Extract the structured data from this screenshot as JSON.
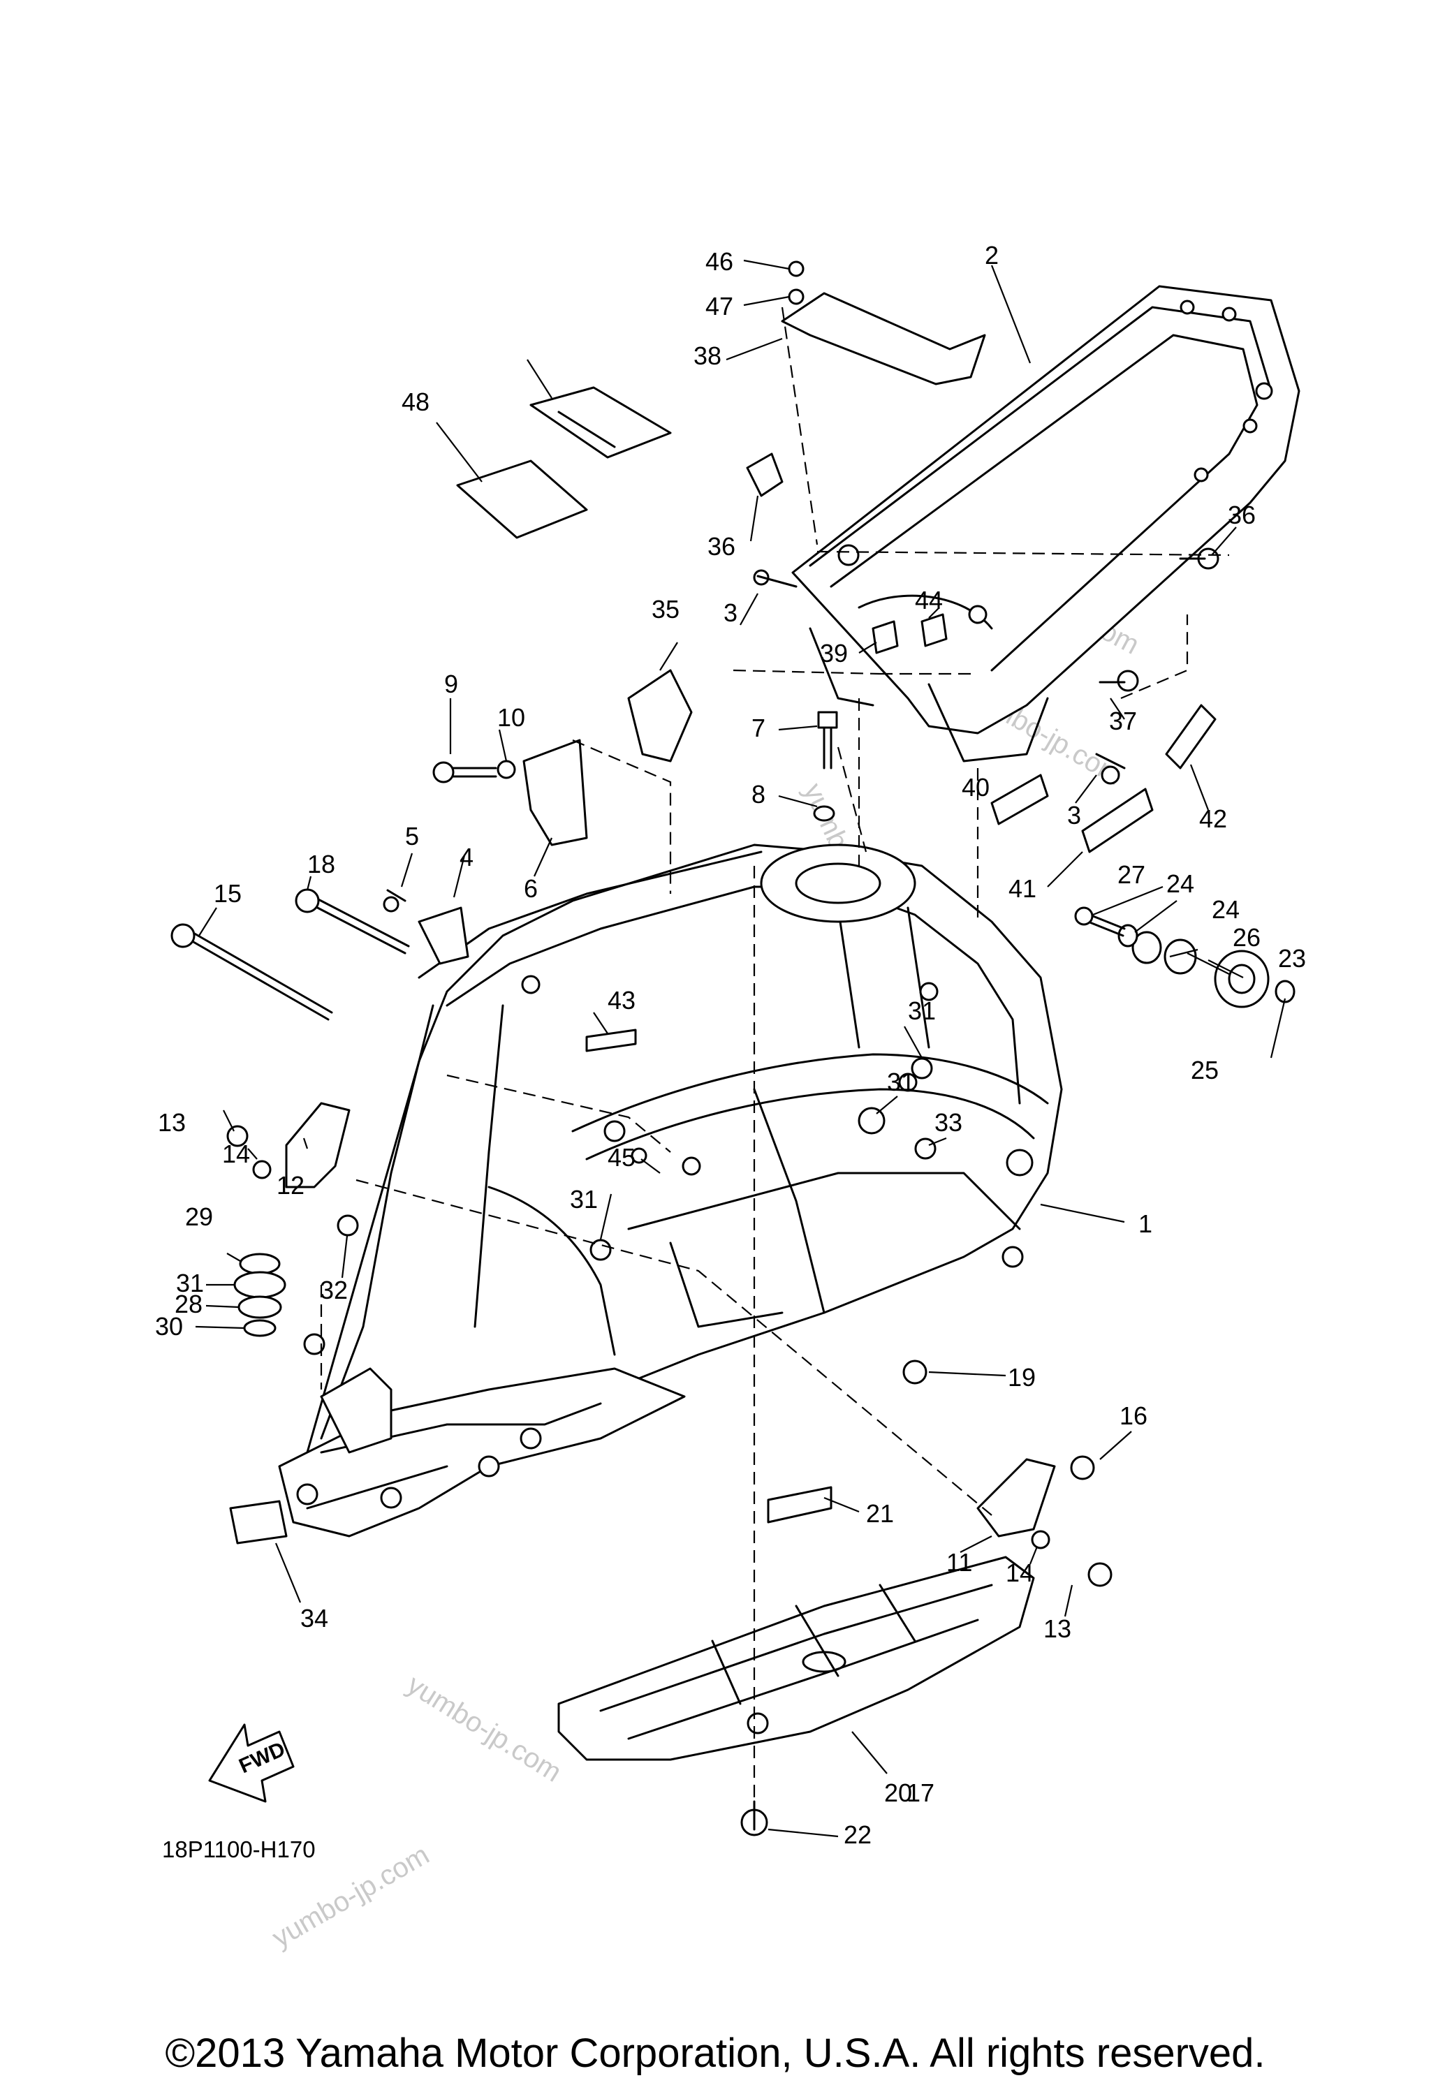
{
  "callouts": [
    "1",
    "2",
    "3",
    "3",
    "4",
    "5",
    "6",
    "7",
    "8",
    "9",
    "10",
    "11",
    "12",
    "13",
    "13",
    "14",
    "14",
    "15",
    "16",
    "17",
    "18",
    "19",
    "20",
    "21",
    "22",
    "23",
    "24",
    "24",
    "25",
    "26",
    "27",
    "28",
    "29",
    "30",
    "31",
    "31",
    "31",
    "31",
    "32",
    "33",
    "34",
    "35",
    "36",
    "36",
    "37",
    "38",
    "39",
    "40",
    "41",
    "42",
    "43",
    "44",
    "45",
    "46",
    "47",
    "48"
  ],
  "diagram_code": "18P1100-H170",
  "fwd_label": "FWD",
  "watermark": "yumbo-jp.com",
  "copyright": "©2013 Yamaha Motor Corporation, U.S.A. All rights reserved."
}
